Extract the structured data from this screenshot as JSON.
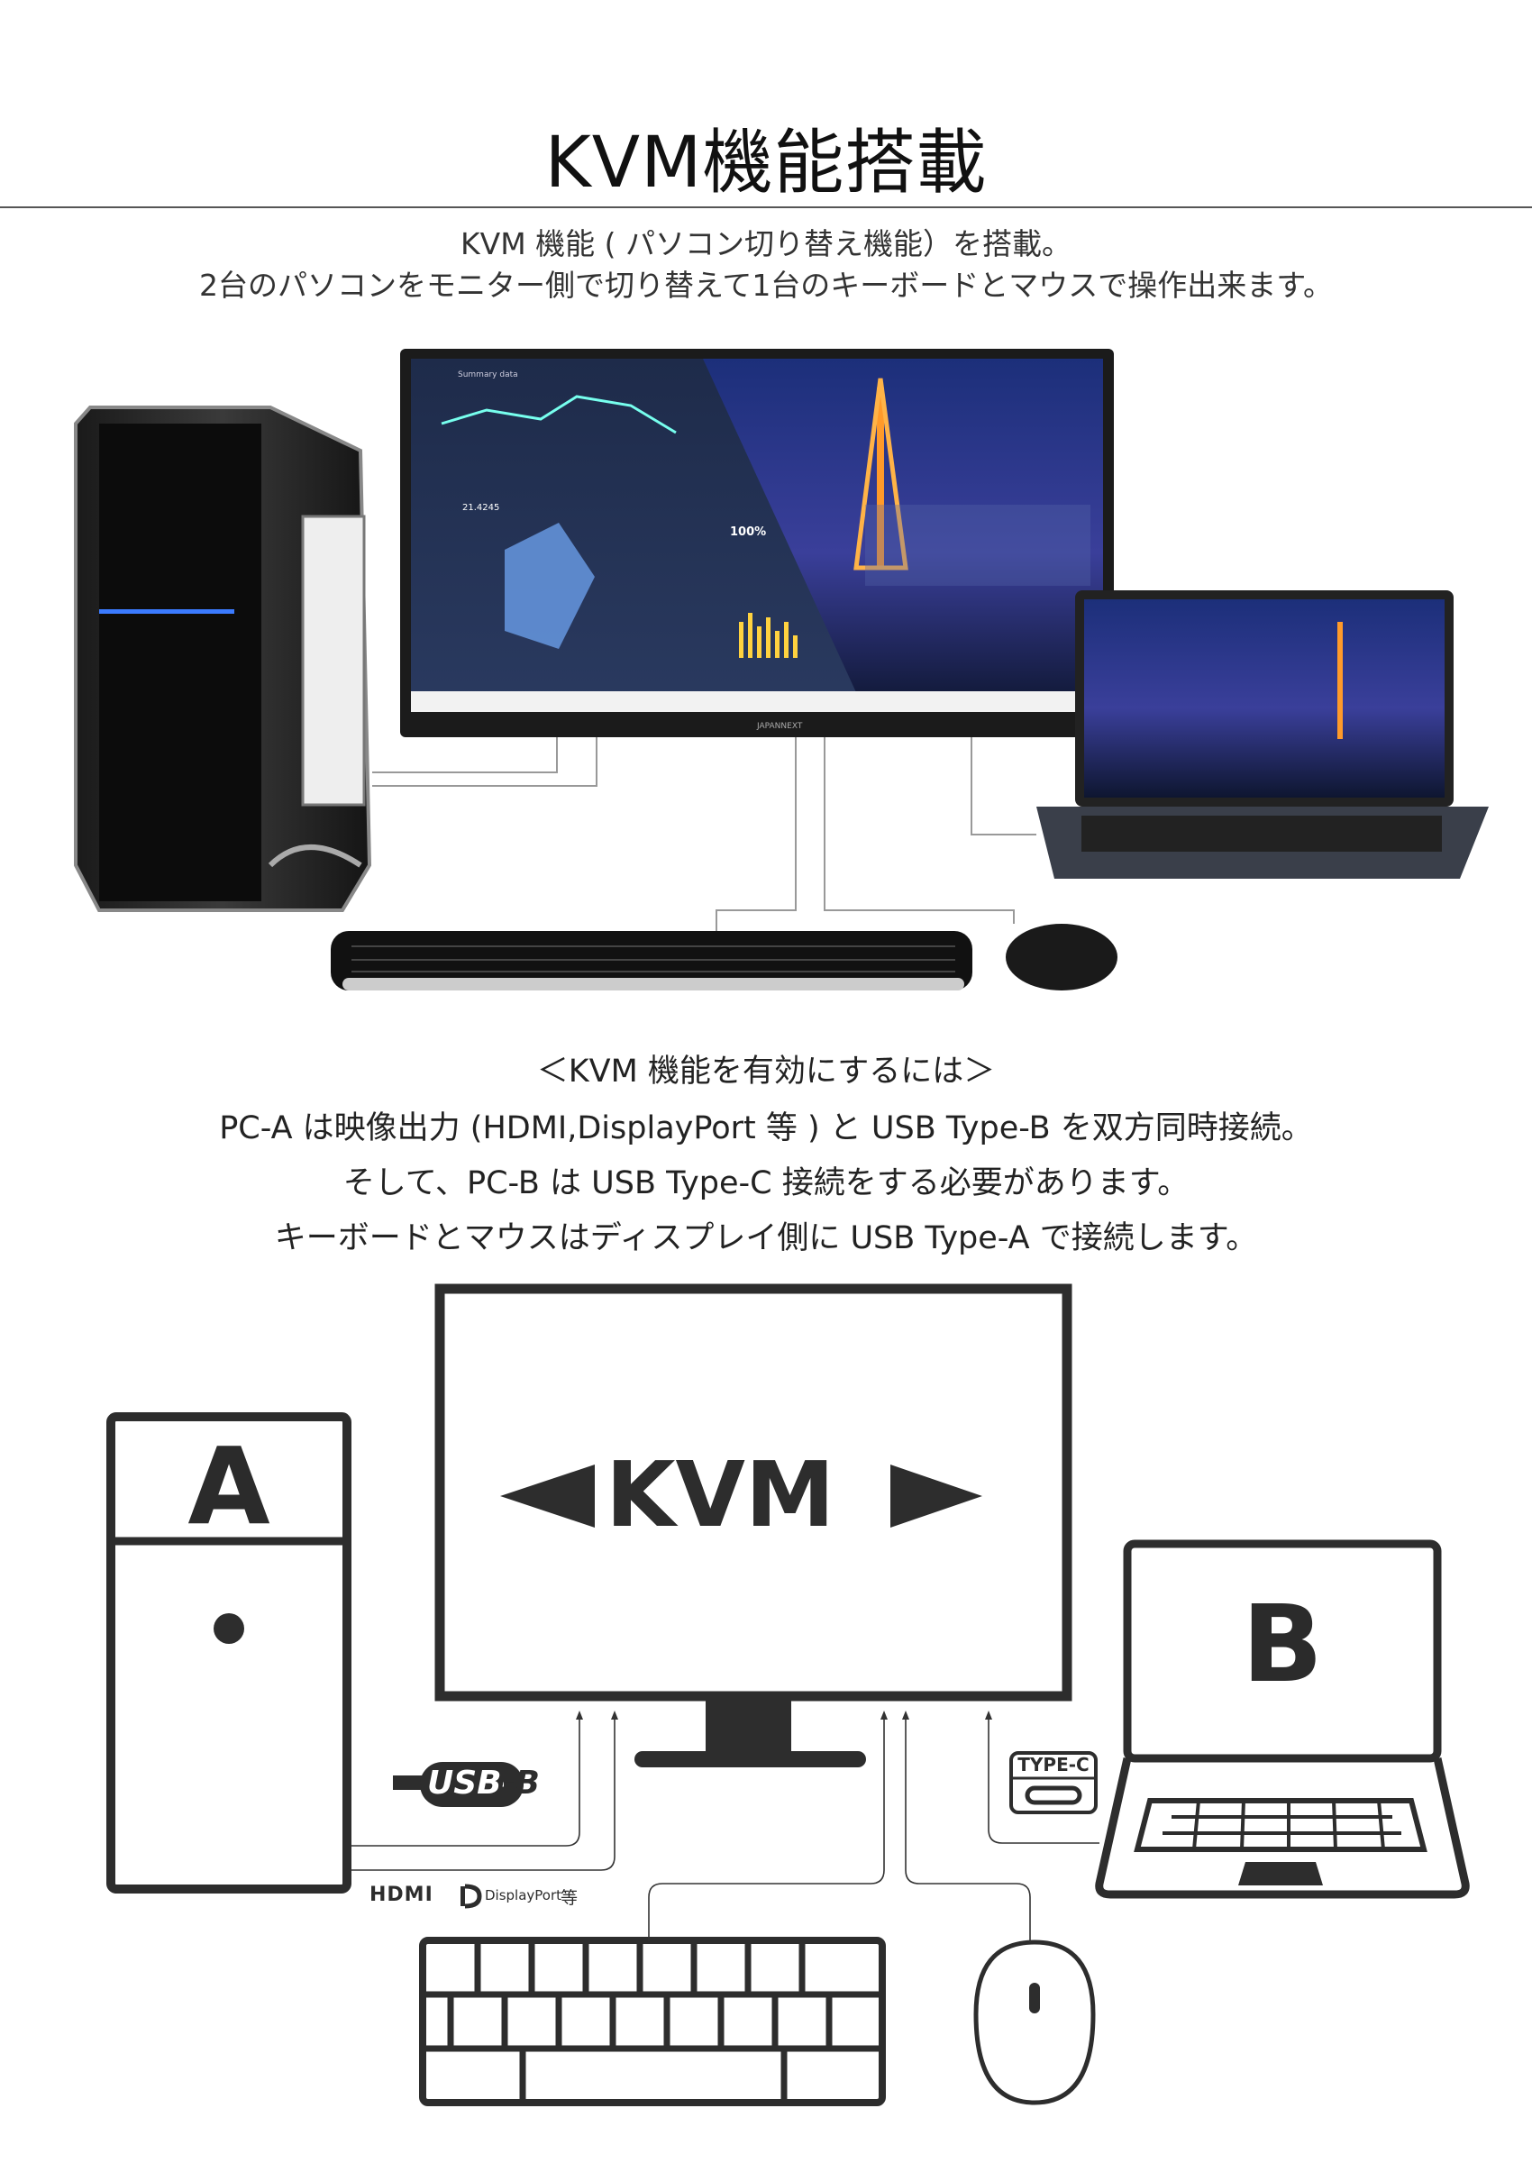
{
  "header": {
    "title": "KVM機能搭載"
  },
  "intro": {
    "line1": "KVM 機能 ( パソコン切り替え機能）を搭載。",
    "line2": "2台のパソコンをモニター側で切り替えて1台のキーボードとマウスで操作出来ます。"
  },
  "photo": {
    "monitor_brand": "JAPANNEXT",
    "screen_label": "Summary data",
    "screen_value": "21.4245",
    "screen_percent": "100%"
  },
  "howto": {
    "heading": "＜KVM 機能を有効にするには＞",
    "line1": "PC-A は映像出力 (HDMI,DisplayPort 等 ) と USB Type-B を双方同時接続。",
    "line2": "そして、PC-B は USB Type-C 接続をする必要があります。",
    "line3": "キーボードとマウスはディスプレイ側に USB Type-A で接続します。"
  },
  "diagram": {
    "kvm_label": "KVM",
    "pc_a_label": "A",
    "pc_b_label": "B",
    "usb_b_logo": "USB-B",
    "type_c_badge": "TYPE-C",
    "hdmi_logo": "HDMI",
    "displayport_logo": "DisplayPort",
    "etc_label": "等"
  },
  "colors": {
    "ink": "#2d2d2d",
    "rule": "#555555"
  }
}
